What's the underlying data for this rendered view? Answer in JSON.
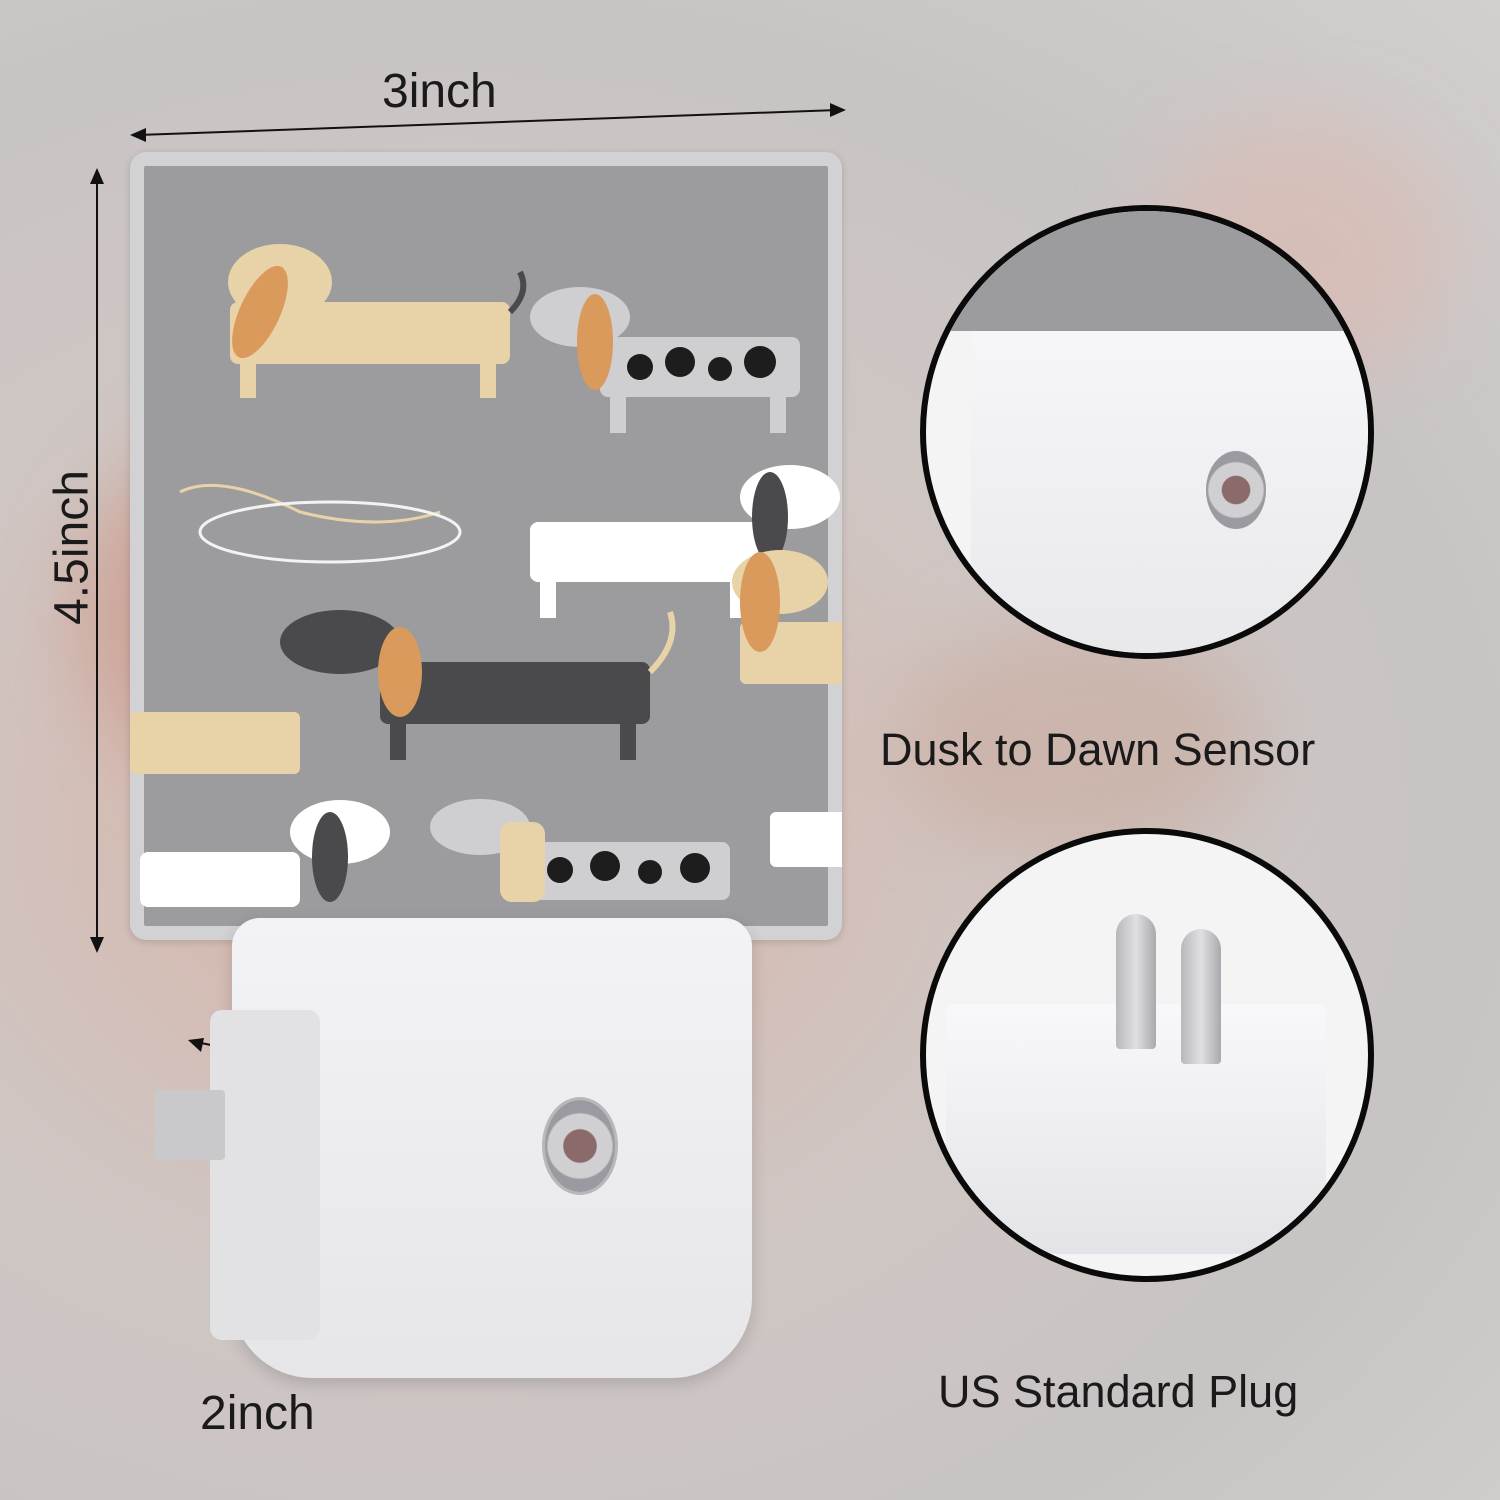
{
  "dimensions": {
    "width_label": "3inch",
    "height_label": "4.5inch",
    "depth_label": "2inch"
  },
  "features": {
    "sensor_caption": "Dusk to Dawn Sensor",
    "plug_caption": "US Standard Plug"
  },
  "icons": [
    "dimension-arrow-icon",
    "dachshund-pattern-icon",
    "light-sensor-icon",
    "plug-prong-icon"
  ],
  "colors": {
    "panel_gray": "#9c9c9f",
    "dog_tan": "#e8d3a8",
    "dog_orange": "#d99a5b",
    "dog_white": "#ffffff",
    "dog_dark": "#4a4a4c",
    "housing_white": "#eeeef0",
    "circle_border": "#0a0a0a"
  }
}
